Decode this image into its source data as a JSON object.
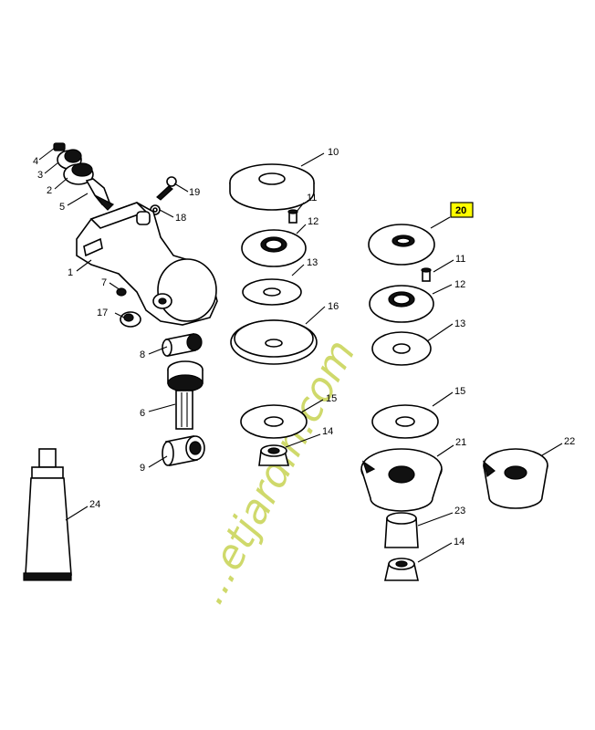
{
  "watermark": {
    "text": "...etjardin.com",
    "colors": [
      "#cfd96b",
      "#e7e98a",
      "#f0d48a"
    ]
  },
  "highlight": {
    "color": "#ffff00",
    "label": "20"
  },
  "labels": {
    "p1": "1",
    "p2": "2",
    "p3": "3",
    "p4": "4",
    "p5": "5",
    "p6": "6",
    "p7": "7",
    "p8": "8",
    "p9": "9",
    "p10": "10",
    "p11a": "11",
    "p11b": "11",
    "p12a": "12",
    "p12b": "12",
    "p13a": "13",
    "p13b": "13",
    "p14a": "14",
    "p14b": "14",
    "p15a": "15",
    "p15b": "15",
    "p16": "16",
    "p17": "17",
    "p18": "18",
    "p19": "19",
    "p20": "20",
    "p21": "21",
    "p22": "22",
    "p23": "23",
    "p24": "24"
  }
}
